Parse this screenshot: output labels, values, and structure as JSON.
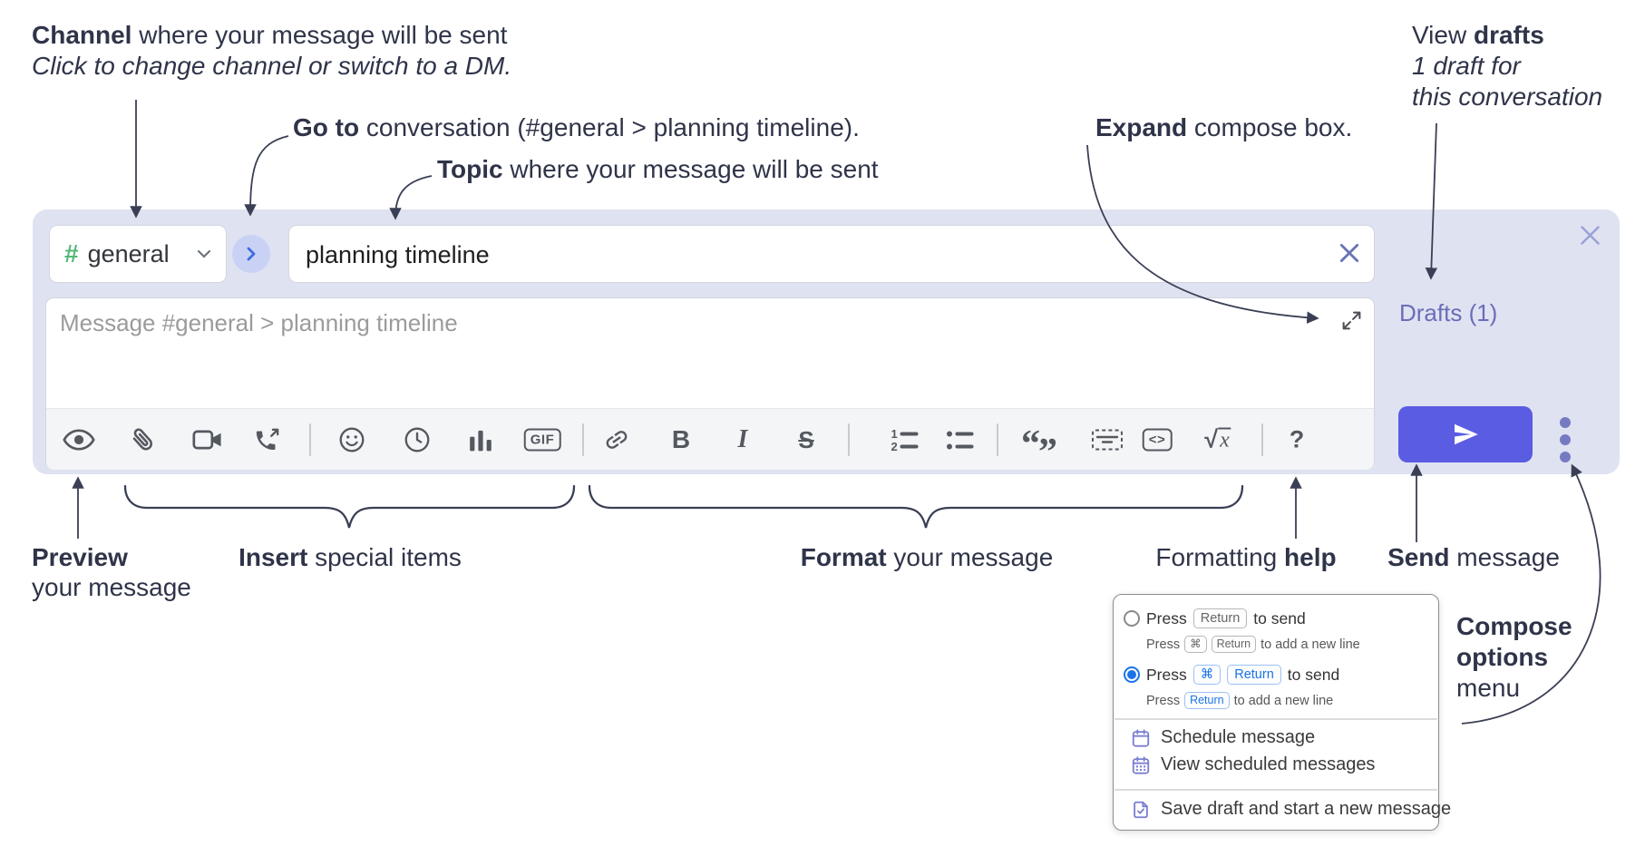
{
  "annotations": {
    "channel": {
      "bold": "Channel",
      "rest": " where your message will be sent",
      "line2": "Click to change channel or switch to a DM."
    },
    "go_to": {
      "bold": "Go to",
      "rest": " conversation (#general > planning timeline)."
    },
    "topic": {
      "bold": "Topic",
      "rest": " where your message will be sent"
    },
    "expand": {
      "bold": "Expand",
      "rest": " compose box."
    },
    "view_drafts": {
      "pre": "View ",
      "bold": "drafts",
      "line2": "1 draft for",
      "line3": "this conversation"
    },
    "preview": {
      "bold": "Preview",
      "line2": "your message"
    },
    "insert": {
      "bold": "Insert",
      "rest": " special items"
    },
    "format": {
      "bold": "Format",
      "rest": " your message"
    },
    "formatting_help": {
      "pre": "Formatting ",
      "bold": "help"
    },
    "send": {
      "bold": "Send",
      "rest": " message"
    },
    "compose_options": {
      "bold_line1": "Compose",
      "bold_line2": "options",
      "line3": "menu"
    }
  },
  "compose": {
    "channel": {
      "hash": "#",
      "name": "general"
    },
    "topic_value": "planning timeline",
    "message_placeholder": "Message #general > planning timeline",
    "drafts_link": "Drafts (1)",
    "toolbar": {
      "gif": "GIF",
      "bold": "B",
      "italic": "I",
      "strike": "S",
      "code": "<>",
      "math_radical": "√",
      "math_x": "x",
      "help": "?",
      "ol_1": "1",
      "ol_2": "2",
      "quote_open": "“",
      "quote_close": "”"
    }
  },
  "popup": {
    "option_return": {
      "pre": "Press",
      "key": "Return",
      "post": "to send",
      "sub_pre": "Press",
      "sub_key_cmd": "⌘",
      "sub_key_return": "Return",
      "sub_post": "to add a new line"
    },
    "option_cmd_return": {
      "pre": "Press",
      "key_cmd": "⌘",
      "key_return": "Return",
      "post": "to send",
      "sub_pre": "Press",
      "sub_key_return": "Return",
      "sub_post": "to add a new line"
    },
    "menu_items": [
      {
        "label": "Schedule message"
      },
      {
        "label": "View scheduled messages"
      },
      {
        "label": "Save draft and start a new message"
      }
    ]
  },
  "colors": {
    "compose_bg": "#dfe2f1",
    "send_button": "#5a5ce2",
    "drafts_link": "#6a6db8",
    "accent_blue": "#1a73e8",
    "menu_icon_purple": "#7a7ed2",
    "annotation_text": "#2f3449",
    "hash_green": "#55b877"
  }
}
